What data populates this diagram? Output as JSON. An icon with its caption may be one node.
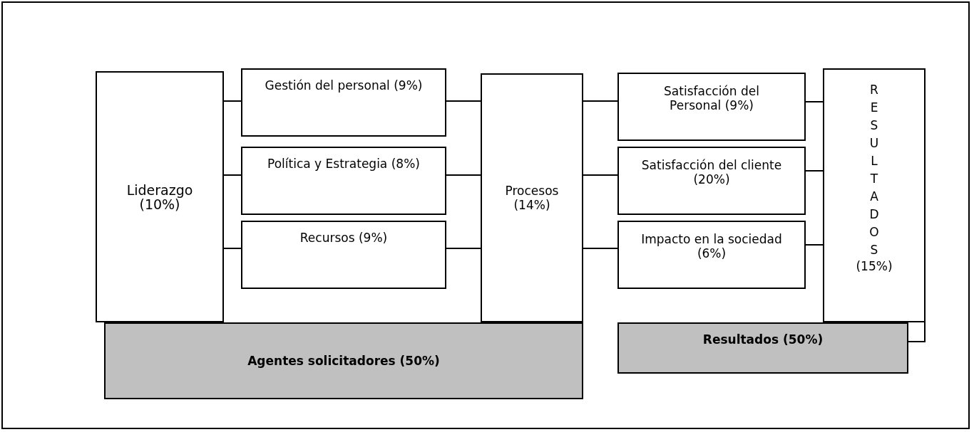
{
  "diagram": {
    "nodes": [
      {
        "text": [
          "Liderazgo (10%)"
        ]
      },
      {
        "text": [
          "Gestión del personal (9%)"
        ]
      },
      {
        "text": [
          "Política y Estrategia (8%)"
        ]
      },
      {
        "text": [
          "Recursos (9%)"
        ]
      },
      {
        "text": [
          "Procesos (14%)"
        ]
      },
      {
        "text": [
          "Satisfacción del Personal (9%)"
        ]
      },
      {
        "text": [
          "Satisfacción del cliente (20%)"
        ]
      },
      {
        "text": [
          "Impacto en la sociedad (6%)"
        ]
      },
      {
        "text": [
          "RESULTADOS",
          "(15%)"
        ]
      },
      {
        "text": [
          "Agentes solicitadores (50%)"
        ]
      },
      {
        "text": [
          "Resultados (50%)"
        ]
      }
    ],
    "edges": [
      {
        "from": 0,
        "to": 1,
        "arrow": "none"
      },
      {
        "from": 0,
        "to": 2,
        "arrow": "none"
      },
      {
        "from": 0,
        "to": 3,
        "arrow": "none"
      },
      {
        "from": 1,
        "to": 4,
        "arrow": "none"
      },
      {
        "from": 2,
        "to": 4,
        "arrow": "none"
      },
      {
        "from": 3,
        "to": 4,
        "arrow": "none"
      },
      {
        "from": 4,
        "to": 5,
        "arrow": "none"
      },
      {
        "from": 4,
        "to": 6,
        "arrow": "none"
      },
      {
        "from": 4,
        "to": 7,
        "arrow": "none"
      },
      {
        "from": 5,
        "to": 8,
        "arrow": "none"
      },
      {
        "from": 6,
        "to": 8,
        "arrow": "none"
      },
      {
        "from": 7,
        "to": 8,
        "arrow": "none"
      }
    ]
  }
}
